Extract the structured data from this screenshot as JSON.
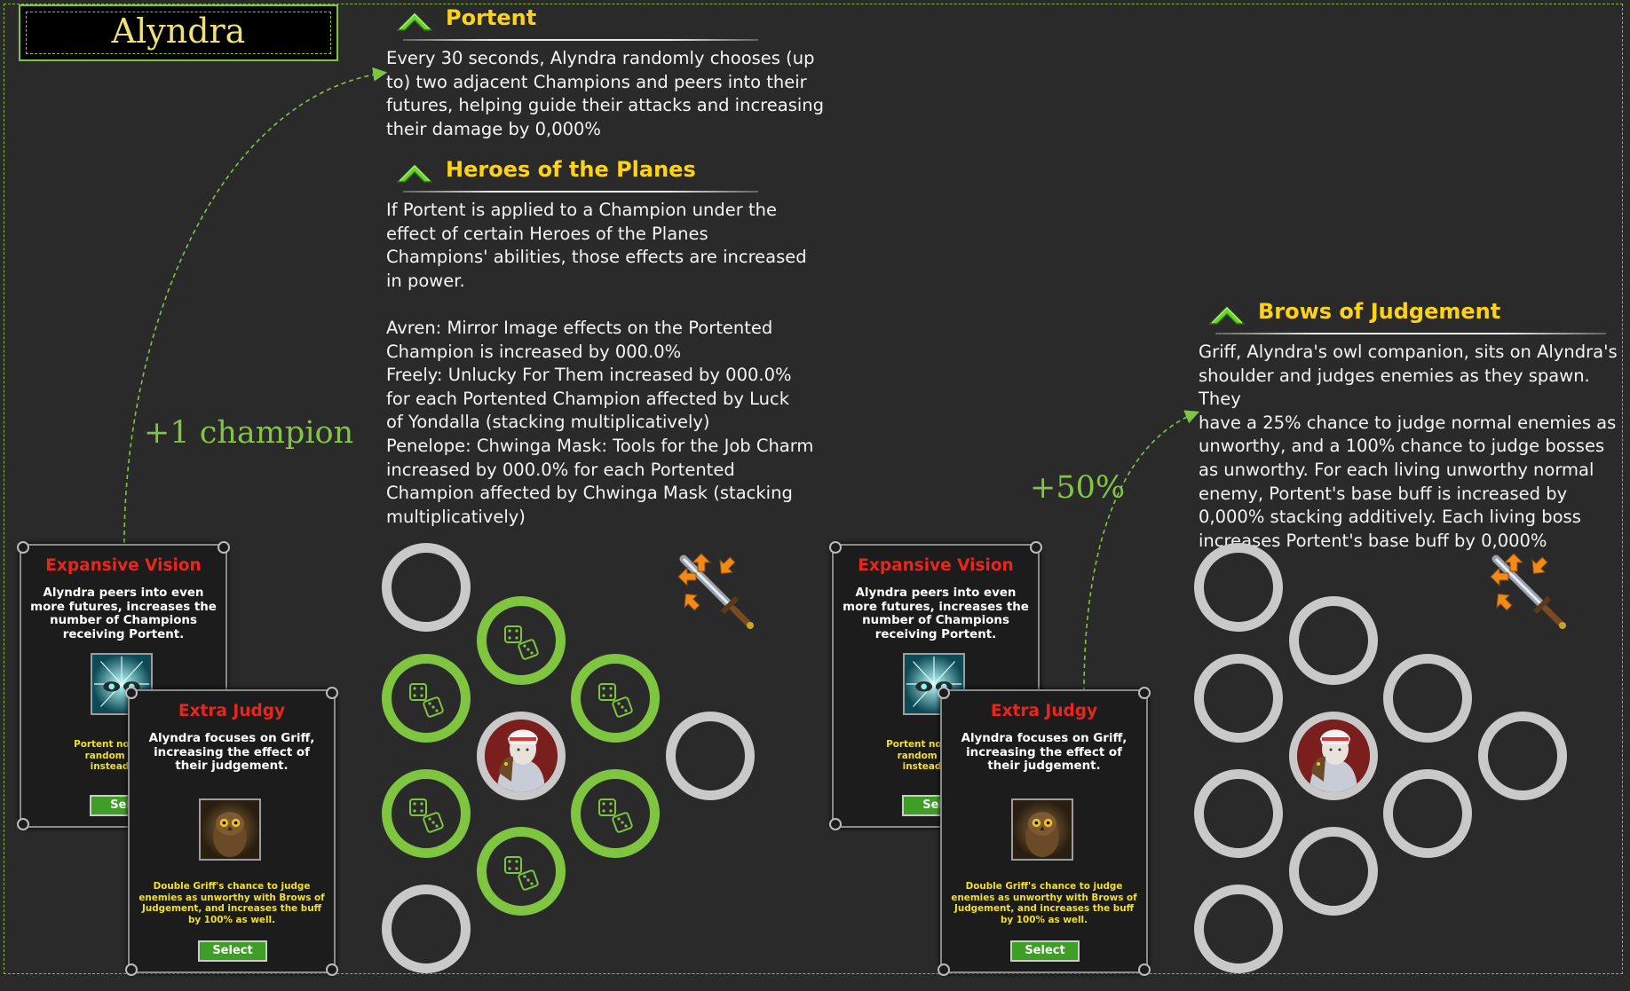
{
  "title": "Alyndra",
  "notes": {
    "champion": "+1 champion",
    "percent": "+50%"
  },
  "abilities": {
    "portent": {
      "name": "Portent",
      "lines": [
        "Every 30 seconds, Alyndra randomly chooses (up",
        "to) two adjacent Champions and peers into their",
        "futures, helping guide their attacks and increasing",
        "their damage by 0,000%"
      ]
    },
    "heroes": {
      "name": "Heroes of the Planes",
      "lines": [
        "If Portent is applied to a Champion under the",
        "effect of certain Heroes of the Planes",
        "Champions' abilities, those effects are increased",
        "in power.",
        "",
        "Avren: Mirror Image effects on the Portented",
        "Champion is increased by 000.0%",
        "Freely: Unlucky For Them increased by 000.0%",
        "for each Portented Champion affected by Luck",
        "of Yondalla (stacking multiplicatively)",
        "Penelope: Chwinga Mask: Tools for the Job Charm",
        "increased by 000.0% for each Portented",
        "Champion affected by Chwinga Mask (stacking",
        "multiplicatively)"
      ]
    },
    "brows": {
      "name": "Brows of Judgement",
      "lines": [
        "Griff, Alyndra's owl companion, sits on Alyndra's",
        "shoulder and judges enemies as they spawn. They",
        "have a 25% chance to judge normal enemies as",
        "unworthy, and a 100% chance to judge bosses",
        "as unworthy. For each living unworthy normal",
        "enemy, Portent's base buff is increased by",
        "0,000% stacking additively. Each living boss",
        "increases Portent's base buff by 0,000%"
      ]
    }
  },
  "cards": {
    "vision": {
      "title": "Expansive Vision",
      "desc": "Alyndra peers into even more futures, increases the number of Champions receiving Portent.",
      "detail_lines": [
        "Portent now applie",
        "random adjace",
        "instead of (u"
      ],
      "button": "Sele"
    },
    "judgy": {
      "title": "Extra Judgy",
      "desc": "Alyndra focuses on Griff, increasing the effect of their judgement.",
      "detail": "Double Griff's chance to judge enemies as unworthy with Brows of Judgement, and increases the buff by 100% as well.",
      "button": "Select"
    }
  },
  "colors": {
    "accent_green": "#7fc540",
    "ability_name": "#ffd21a",
    "card_title": "#e8261c",
    "card_detail": "#f2df2e",
    "slot_grey": "#c9c9c9",
    "background": "#2a2a2a"
  },
  "icons": [
    "chevron-up-icon",
    "dice-icon",
    "sword-buff-icon",
    "eyes-icon",
    "owl-icon",
    "champion-portrait"
  ]
}
